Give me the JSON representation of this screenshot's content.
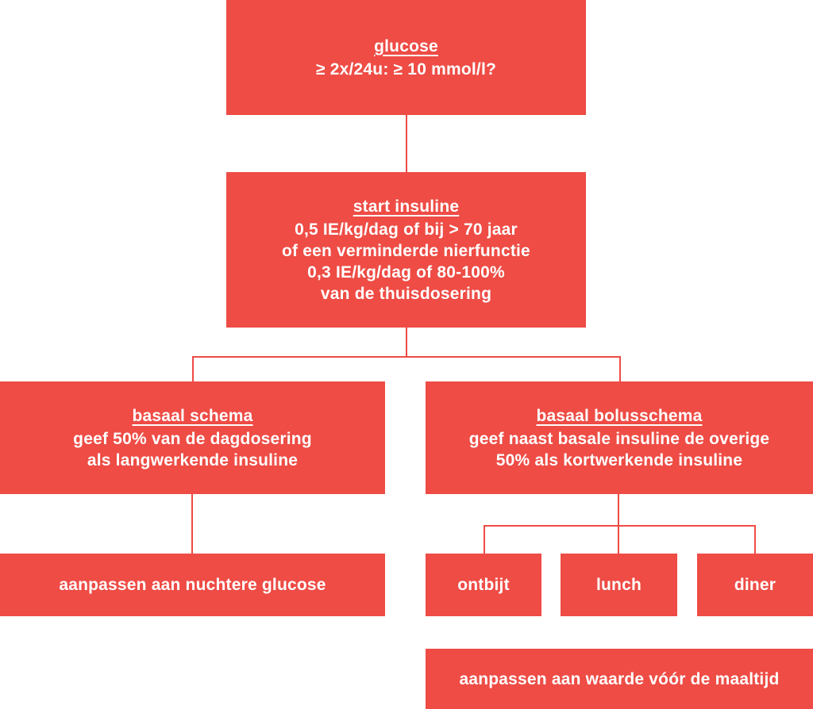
{
  "colors": {
    "box": "#EE4C45",
    "line": "#EE4C45",
    "text": "#FFFFFF",
    "background": "#FFFFFF"
  },
  "nodes": {
    "glucose": {
      "heading": "glucose",
      "lines": [
        "≥ 2x/24u: ≥ 10 mmol/l?"
      ]
    },
    "start_insuline": {
      "heading": "start insuline",
      "lines": [
        "0,5 IE/kg/dag of bij > 70 jaar",
        "of een verminderde nierfunctie",
        "0,3 IE/kg/dag of 80-100%",
        "van de thuisdosering"
      ]
    },
    "basaal_schema": {
      "heading": "basaal schema",
      "lines": [
        "geef 50% van de dagdosering",
        "als langwerkende insuline"
      ]
    },
    "basaal_bolusschema": {
      "heading": "basaal bolusschema",
      "lines": [
        "geef naast basale insuline de overige",
        "50% als kortwerkende insuline"
      ]
    },
    "aanpassen_nuchtere_glucose": {
      "lines": [
        "aanpassen aan nuchtere glucose"
      ]
    },
    "ontbijt": {
      "lines": [
        "ontbijt"
      ]
    },
    "lunch": {
      "lines": [
        "lunch"
      ]
    },
    "diner": {
      "lines": [
        "diner"
      ]
    },
    "aanpassen_maaltijd": {
      "lines": [
        "aanpassen aan waarde vóór de maaltijd"
      ]
    }
  },
  "edges": [
    {
      "from": "glucose",
      "to": "start_insuline"
    },
    {
      "from": "start_insuline",
      "to": "basaal_schema"
    },
    {
      "from": "start_insuline",
      "to": "basaal_bolusschema"
    },
    {
      "from": "basaal_schema",
      "to": "aanpassen_nuchtere_glucose"
    },
    {
      "from": "basaal_bolusschema",
      "to": "ontbijt"
    },
    {
      "from": "basaal_bolusschema",
      "to": "lunch"
    },
    {
      "from": "basaal_bolusschema",
      "to": "diner"
    }
  ]
}
